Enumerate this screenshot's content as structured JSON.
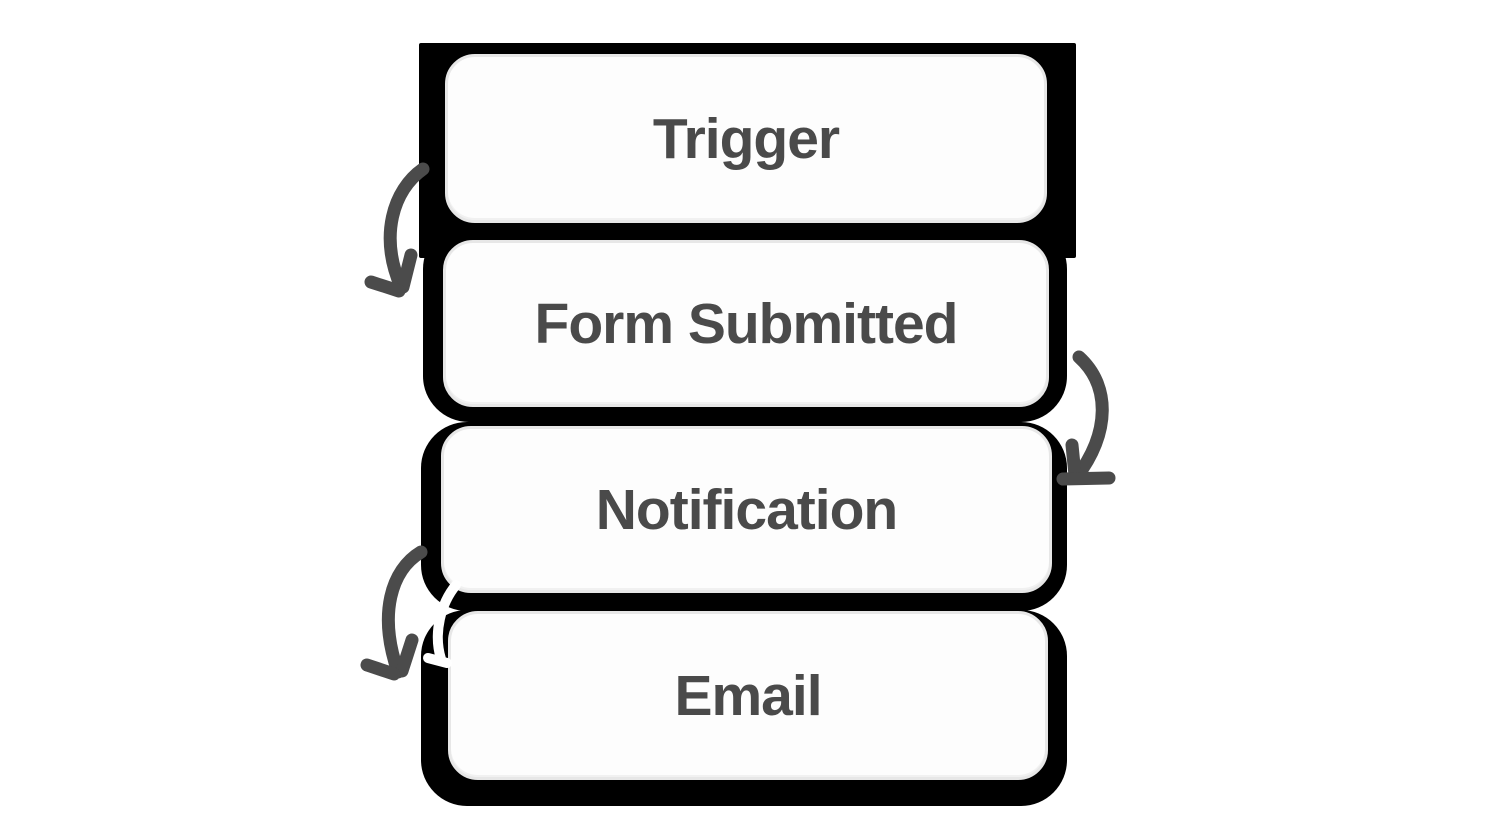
{
  "diagram": {
    "type": "flowchart",
    "nodes": [
      {
        "id": "trigger",
        "label": "Trigger"
      },
      {
        "id": "form-submitted",
        "label": "Form Submitted"
      },
      {
        "id": "notification",
        "label": "Notification"
      },
      {
        "id": "email",
        "label": "Email"
      }
    ],
    "edges": [
      {
        "from": "Trigger",
        "to": "Form Submitted",
        "side": "left",
        "icon": "curved-arrow-down-icon"
      },
      {
        "from": "Form Submitted",
        "to": "Notification",
        "side": "right",
        "icon": "curved-arrow-down-icon"
      },
      {
        "from": "Notification",
        "to": "Email",
        "side": "left",
        "icon": "curved-arrow-down-icon"
      },
      {
        "from": "Notification",
        "to": "Email",
        "side": "inner-left",
        "icon": "curved-arrow-down-icon-white"
      }
    ],
    "colors": {
      "background": "#ffffff",
      "frame": "#000000",
      "node_fill": "#fdfdfd",
      "node_border": "#e7e7e7",
      "node_text": "#4a4a4a",
      "arrow": "#4b4b4b",
      "arrow_alt": "#ffffff"
    }
  }
}
